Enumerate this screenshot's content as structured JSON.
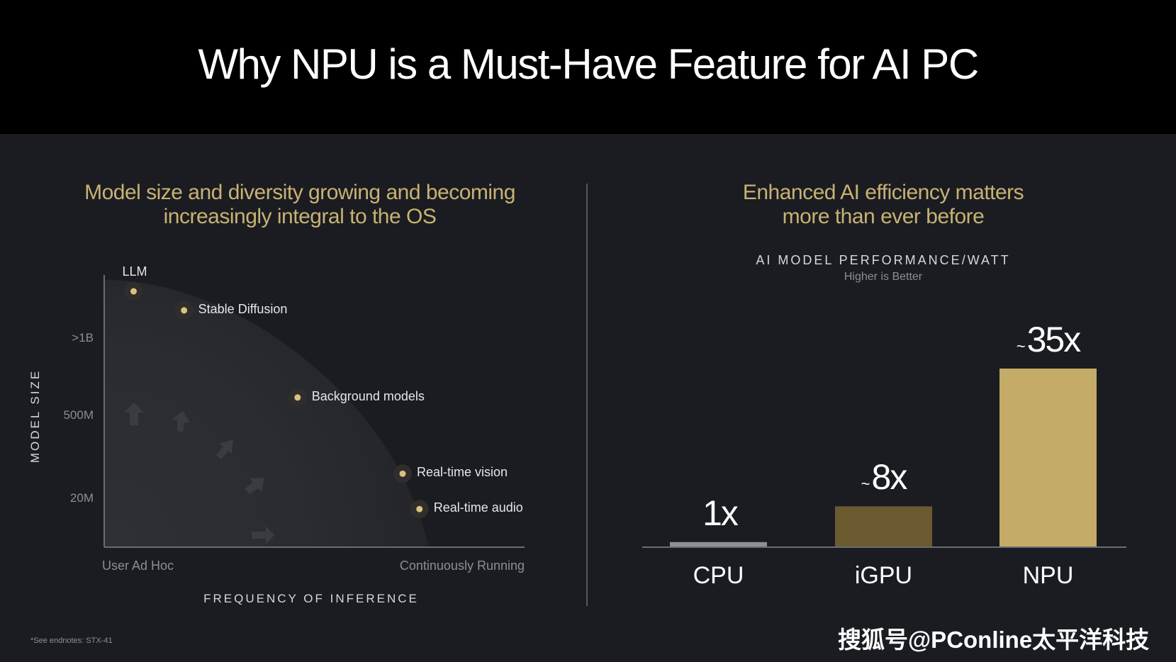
{
  "title": "Why NPU is a Must-Have Feature for AI PC",
  "left": {
    "heading_line1": "Model size and diversity growing and becoming",
    "heading_line2": "increasingly integral to the OS"
  },
  "right": {
    "heading_line1": "Enhanced AI efficiency matters",
    "heading_line2": "more than ever before"
  },
  "footnote": "*See endnotes: STX-41",
  "watermark": "搜狐号@PConline太平洋科技",
  "colors": {
    "accent_gold": "#c4ab68",
    "igpu_bar": "#6b5a30",
    "cpu_bar": "#8e9095",
    "heading_gold": "#c8b273"
  },
  "chart_data": [
    {
      "type": "scatter",
      "title": "",
      "xlabel": "FREQUENCY OF INFERENCE",
      "ylabel": "MODEL SIZE",
      "x_ticks": [
        "User Ad Hoc",
        "Continuously Running"
      ],
      "y_ticks": [
        ">1B",
        "500M",
        "20M"
      ],
      "points": [
        {
          "label": "LLM",
          "x": 0.07,
          "y": 0.94
        },
        {
          "label": "Stable Diffusion",
          "x": 0.19,
          "y": 0.87
        },
        {
          "label": "Background models",
          "x": 0.46,
          "y": 0.55
        },
        {
          "label": "Real-time vision",
          "x": 0.71,
          "y": 0.27
        },
        {
          "label": "Real-time audio",
          "x": 0.75,
          "y": 0.14
        }
      ]
    },
    {
      "type": "bar",
      "title": "AI MODEL PERFORMANCE/WATT",
      "subtitle": "Higher is Better",
      "categories": [
        "CPU",
        "iGPU",
        "NPU"
      ],
      "values": [
        1,
        8,
        35
      ],
      "value_labels": [
        {
          "prefix": "",
          "text": "1x"
        },
        {
          "prefix": "~",
          "text": "8x"
        },
        {
          "prefix": "~",
          "text": "35x"
        }
      ],
      "ylim": [
        0,
        35
      ]
    }
  ]
}
